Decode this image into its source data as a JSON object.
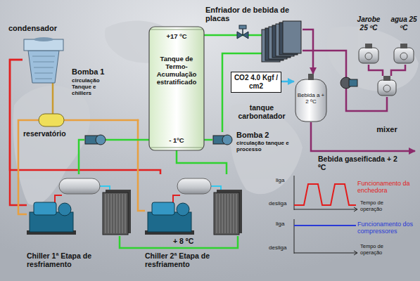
{
  "diagram": {
    "nodes": [
      {
        "text": [
          "condensador"
        ]
      },
      {
        "text": [
          "+17 ºC",
          "Tanque de Termo-Acumulação estratificado",
          "- 1ºC"
        ]
      },
      {
        "text": [
          "Enfriador de bebida de placas"
        ]
      },
      {
        "text": [
          "Jarobe 25 ºC"
        ]
      },
      {
        "text": [
          "agua 25 ºC"
        ]
      },
      {
        "text": [
          "CO2 4.0 Kgf / cm2"
        ]
      },
      {
        "text": [
          "Bebida a + 2 ºC",
          "tanque carbonatador"
        ]
      },
      {
        "text": [
          "mixer"
        ]
      },
      {
        "text": [
          "reservatório"
        ]
      },
      {
        "text": [
          "Bomba 1",
          "circulação Tanque e chillers"
        ]
      },
      {
        "text": [
          "Bomba 2",
          "circulação tanque e processo"
        ]
      },
      {
        "text": [
          "Chiller 1ª Etapa de resfriamento"
        ]
      },
      {
        "text": [
          "Chiller 2ª Etapa de resfriamento"
        ]
      }
    ],
    "edges": [
      {
        "from": 0,
        "to": 8,
        "arrow": "none"
      },
      {
        "from": 0,
        "to": 11,
        "arrow": "none"
      },
      {
        "from": 0,
        "to": 12,
        "arrow": "none"
      },
      {
        "from": 8,
        "to": 11,
        "arrow": "none"
      },
      {
        "from": 8,
        "to": 12,
        "arrow": "none"
      },
      {
        "from": 1,
        "to": 9,
        "arrow": "none"
      },
      {
        "from": 9,
        "to": 11,
        "arrow": "none"
      },
      {
        "from": 11,
        "to": 12,
        "label": "+ 8 ºC",
        "arrow": "none"
      },
      {
        "from": 12,
        "to": 1,
        "arrow": "none"
      },
      {
        "from": 1,
        "to": 10,
        "arrow": "none"
      },
      {
        "from": 10,
        "to": 2,
        "arrow": "none"
      },
      {
        "from": 2,
        "to": 1,
        "arrow": "none"
      },
      {
        "from": 3,
        "to": 7,
        "arrow": "none"
      },
      {
        "from": 4,
        "to": 7,
        "arrow": "none"
      },
      {
        "from": 7,
        "to": 2,
        "arrow": "none"
      },
      {
        "from": 2,
        "to": 6,
        "arrow": "to"
      },
      {
        "from": 5,
        "to": 6,
        "arrow": "to"
      }
    ],
    "labels": [
      "Bebida gaseificada + 2 ºC",
      "liga",
      "desliga",
      "Funcionamento da enchedora",
      "Tempo de operação",
      "liga",
      "desliga",
      "Funcionamento dos compressores",
      "Tempo de operação"
    ]
  }
}
